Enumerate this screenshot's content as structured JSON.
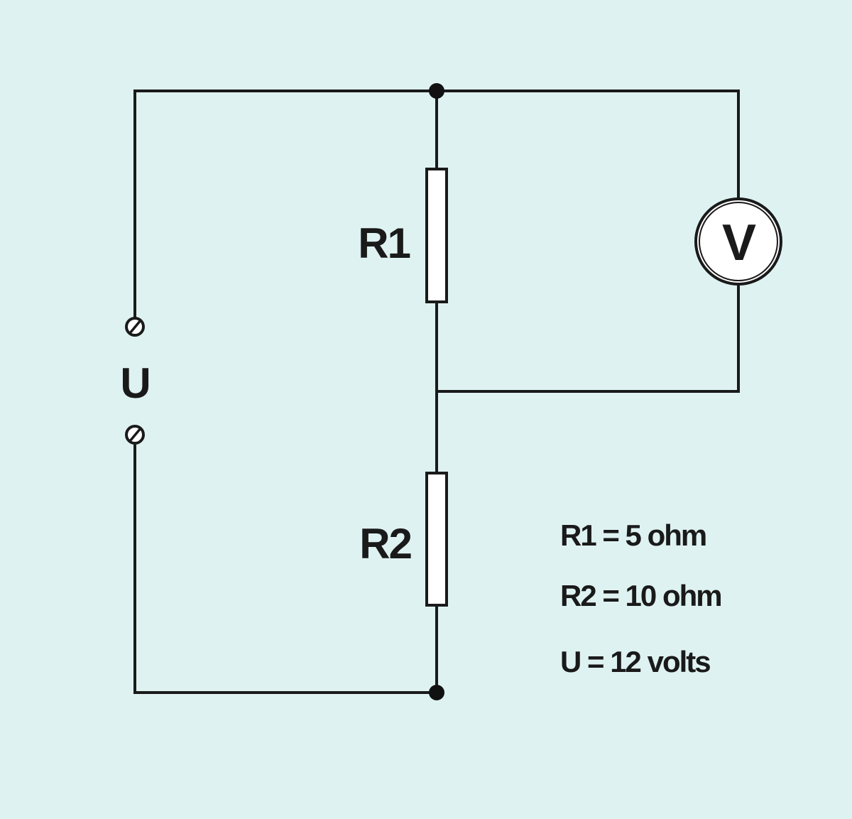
{
  "labels": {
    "r1": "R1",
    "r2": "R2",
    "source": "U",
    "voltmeter": "V"
  },
  "values": {
    "r1": "R1 = 5 ohm",
    "r2": "R2 = 10 ohm",
    "u": "U = 12 volts"
  },
  "colors": {
    "background": "#dff2f2",
    "line": "#1a1a1a"
  }
}
